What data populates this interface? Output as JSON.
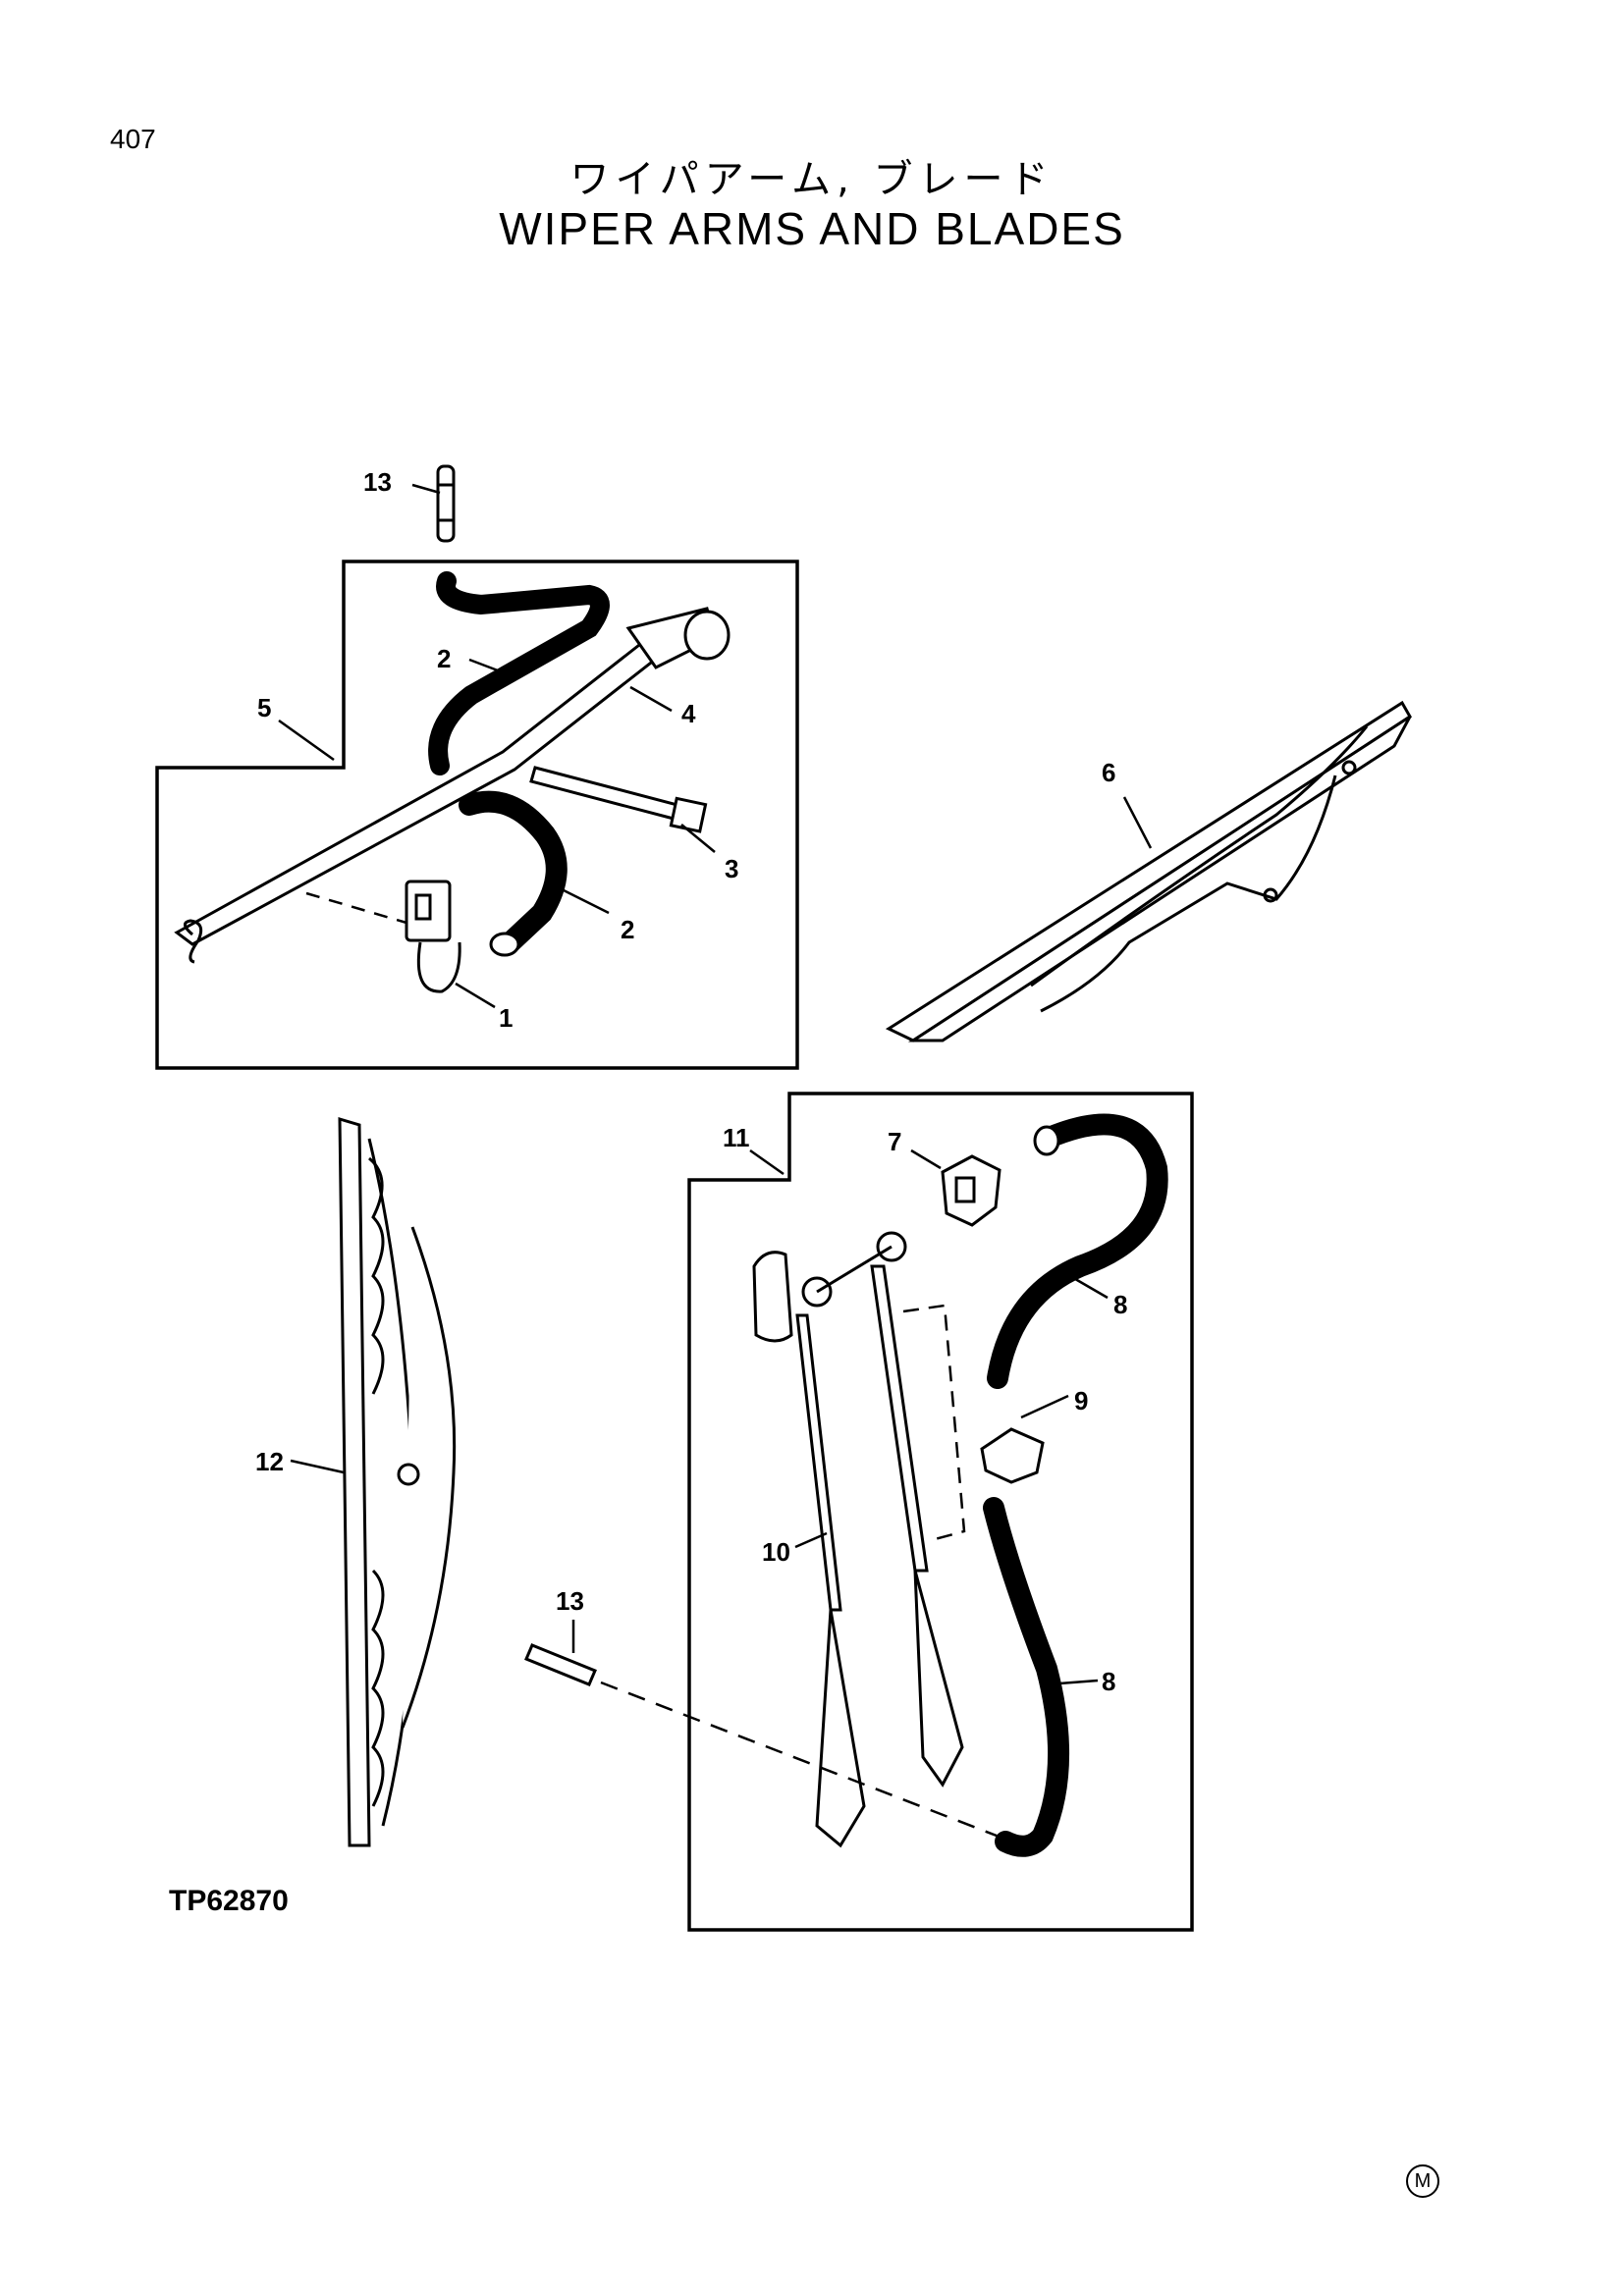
{
  "page_number": "407",
  "title_jp": "ワイパアーム, ブレード",
  "title_en": "WIPER ARMS AND BLADES",
  "figure_code": "TP62870",
  "mark": "M",
  "callouts": {
    "c13_top": "13",
    "c2_upper": "2",
    "c4": "4",
    "c5": "5",
    "c3": "3",
    "c2_lower": "2",
    "c1": "1",
    "c6": "6",
    "c11": "11",
    "c7": "7",
    "c8_upper": "8",
    "c9": "9",
    "c12": "12",
    "c10": "10",
    "c13_bottom": "13",
    "c8_lower": "8"
  }
}
